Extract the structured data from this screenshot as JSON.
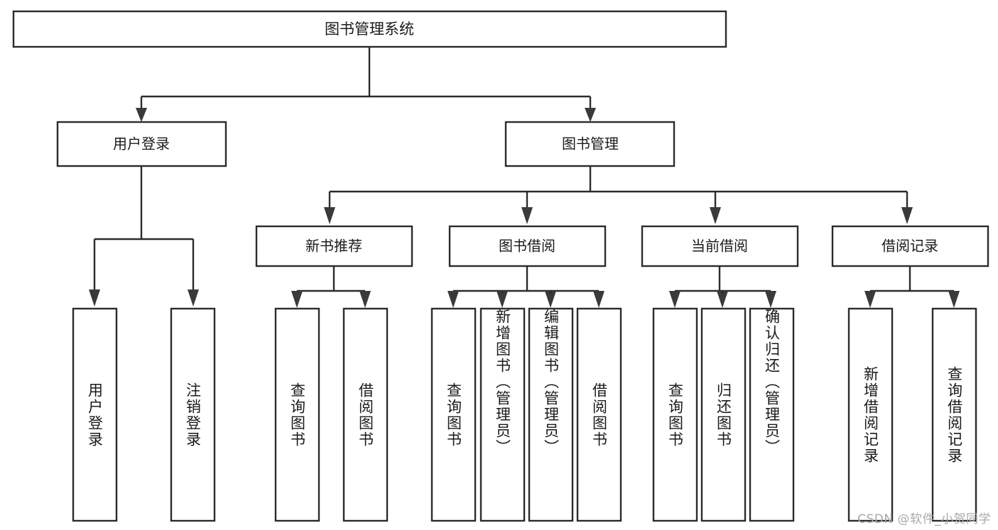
{
  "diagram": {
    "type": "tree-hierarchy",
    "title": "图书管理系统",
    "watermark": "CSDN @软件_小贺同学",
    "colors": {
      "background": "#ffffff",
      "box_stroke": "#2b2b2b",
      "box_fill": "#ffffff",
      "connector": "#2b2b2b",
      "text": "#1a1a1a",
      "watermark_text": "#a8a8a8"
    },
    "root": {
      "label": "图书管理系统"
    },
    "level2": [
      {
        "label": "用户登录"
      },
      {
        "label": "图书管理"
      }
    ],
    "level3": [
      {
        "label": "新书推荐"
      },
      {
        "label": "图书借阅"
      },
      {
        "label": "当前借阅"
      },
      {
        "label": "借阅记录"
      }
    ],
    "leaves": {
      "user_login": [
        {
          "label": "用户登录"
        },
        {
          "label": "注销登录"
        }
      ],
      "new_book_recommend": [
        {
          "label": "查询图书"
        },
        {
          "label": "借阅图书"
        }
      ],
      "book_borrow": [
        {
          "label": "查询图书"
        },
        {
          "label": "新增图书（管理员）"
        },
        {
          "label": "编辑图书（管理员）"
        },
        {
          "label": "借阅图书"
        }
      ],
      "current_borrow": [
        {
          "label": "查询图书"
        },
        {
          "label": "归还图书"
        },
        {
          "label": "确认归还（管理员）"
        }
      ],
      "borrow_record": [
        {
          "label": "新增借阅记录"
        },
        {
          "label": "查询借阅记录"
        }
      ]
    }
  }
}
